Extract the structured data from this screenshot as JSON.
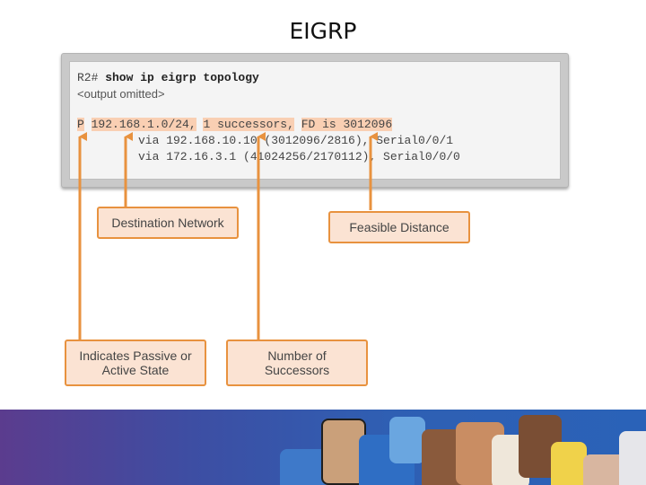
{
  "title": "EIGRP",
  "terminal": {
    "prompt": "R2#",
    "command": " show ip eigrp topology",
    "omitted": "<output omitted>",
    "route_state": "P",
    "route_network": "192.168.1.0/24,",
    "route_successors": "1 successors,",
    "route_fd": "FD is 3012096",
    "via1": "via 192.168.10.10 (3012096/2816), Serial0/0/1",
    "via2": "via 172.16.3.1 (41024256/2170112), Serial0/0/0"
  },
  "callouts": {
    "destination": "Destination Network",
    "feasible": "Feasible Distance",
    "passive_line1": "Indicates Passive or",
    "passive_line2": "Active State",
    "successors_line1": "Number of",
    "successors_line2": "Successors"
  },
  "colors": {
    "accent": "#e8923f",
    "highlight": "#f9cfb3",
    "callout_fill": "#fbe3d3"
  }
}
